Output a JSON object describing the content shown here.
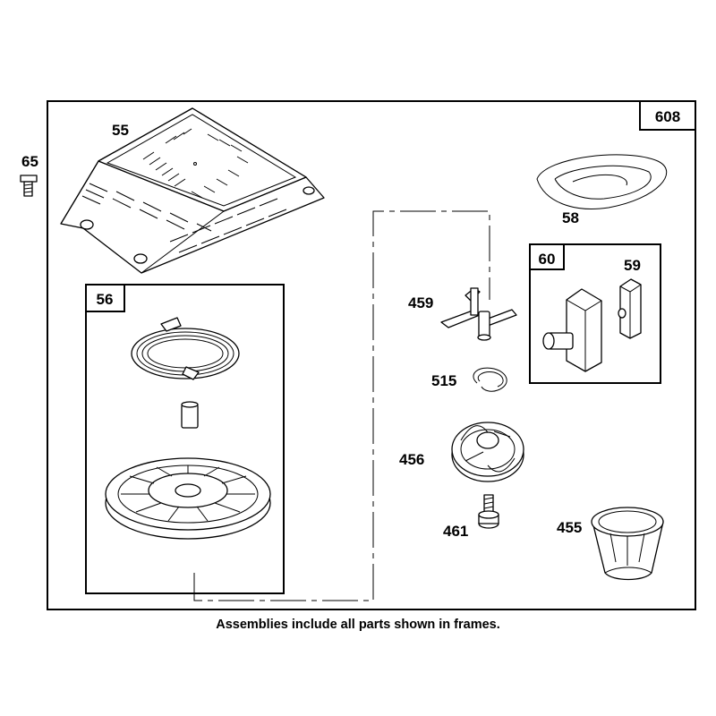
{
  "labels": {
    "p608": "608",
    "p65": "65",
    "p55": "55",
    "p58": "58",
    "p56": "56",
    "p60": "60",
    "p59": "59",
    "p459": "459",
    "p515": "515",
    "p456": "456",
    "p461": "461",
    "p455": "455"
  },
  "caption": "Assemblies include all parts shown in frames."
}
